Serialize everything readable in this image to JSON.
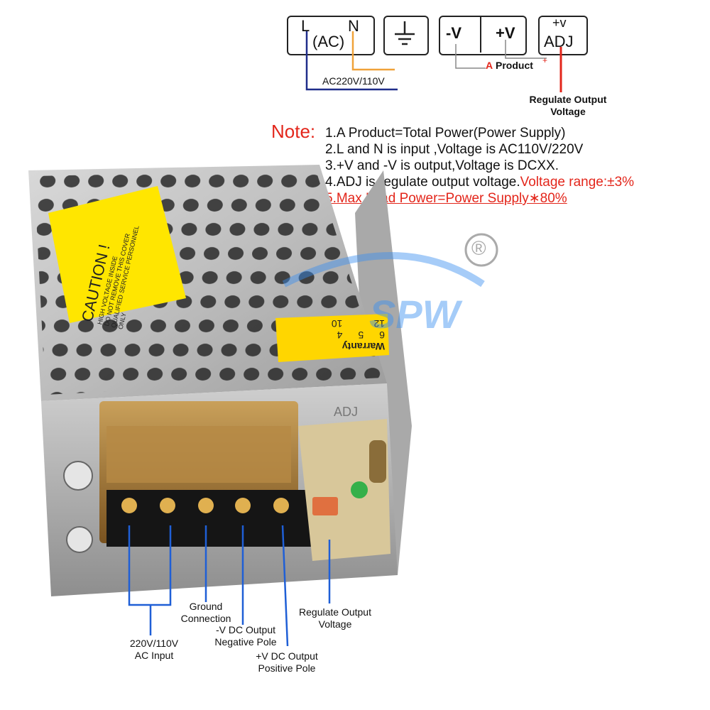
{
  "diagram": {
    "ac_box": {
      "l": "L",
      "n": "N",
      "ac": "(AC)"
    },
    "ground_symbol": "ground-icon",
    "output_box": {
      "neg": "-V",
      "pos": "+V"
    },
    "adj_box": {
      "plus_v": "+v",
      "adj": "ADJ"
    },
    "ac_input_label": "AC220V/110V",
    "a_label": "A",
    "product_label": "Product",
    "plus_sign": "+",
    "regulate_line1": "Regulate Output",
    "regulate_line2": "Voltage",
    "colors": {
      "blue": "#1f2d8a",
      "orange": "#f0a23a",
      "red": "#e3261b"
    }
  },
  "note": {
    "title": "Note:",
    "line1": "1.A Product=Total Power(Power Supply)",
    "line2": "2.L and N is input ,Voltage is AC110V/220V",
    "line3": "3.+V and -V is output,Voltage is DCXX.",
    "line4a": "4.ADJ is regulate output voltage.",
    "line4b": "Voltage range:±3%",
    "line5": "5.Max Load Power=Power  Supply∗80%"
  },
  "product": {
    "caution_title": "CAUTION !",
    "caution_l1": "HIGH VOLTAGE INSIDE",
    "caution_l2": "DO NOT REMOVE THIS COVER",
    "caution_l3": "QUALIFIED SERVICE PERSONNEL ONLY",
    "warranty_label": "Warranty",
    "warranty_row1": [
      "12",
      "",
      "10"
    ],
    "warranty_row2": [
      "6",
      "5",
      "4"
    ],
    "adj_print": "ADJ",
    "watermark": "SPW",
    "registered": "®"
  },
  "captions": {
    "ac_input_l1": "220V/110V",
    "ac_input_l2": "AC Input",
    "ground_l1": "Ground",
    "ground_l2": "Connection",
    "neg_l1": "-V DC  Output",
    "neg_l2": "Negative Pole",
    "pos_l1": "+V DC  Output",
    "pos_l2": "Positive Pole",
    "reg_l1": "Regulate Output",
    "reg_l2": "Voltage"
  }
}
